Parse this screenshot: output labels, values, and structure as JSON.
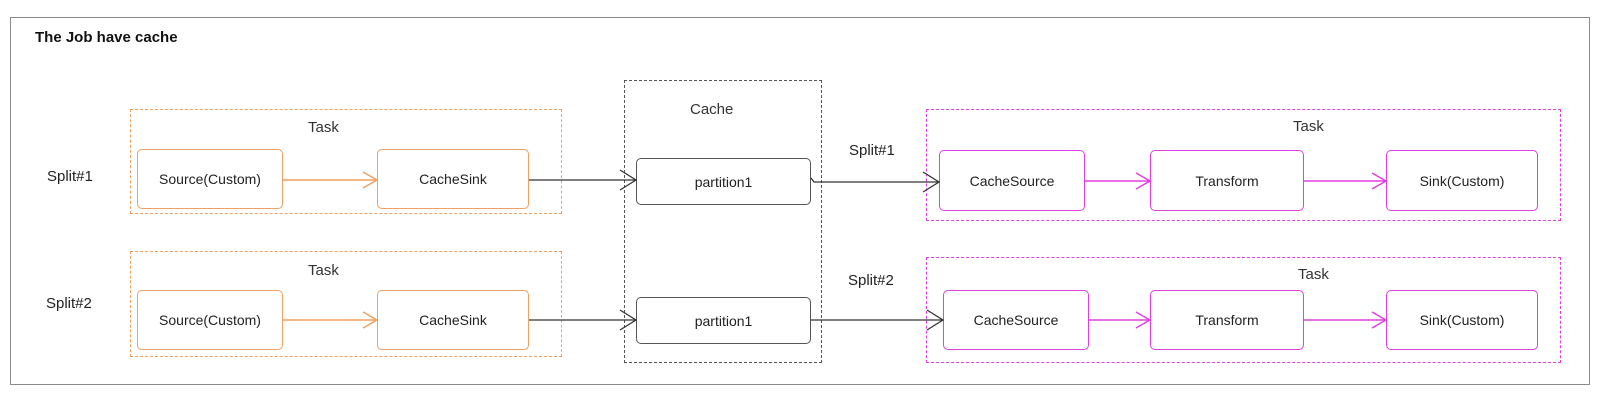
{
  "title": "The Job have cache",
  "rows": [
    {
      "left_label": "Split#1",
      "producer": {
        "title": "Task",
        "source": "Source(Custom)",
        "sink": "CacheSink"
      },
      "partition": "partition1",
      "right_label": "Split#1",
      "consumer": {
        "title": "Task",
        "source": "CacheSource",
        "transform": "Transform",
        "sink": "Sink(Custom)"
      }
    },
    {
      "left_label": "Split#2",
      "producer": {
        "title": "Task",
        "source": "Source(Custom)",
        "sink": "CacheSink"
      },
      "partition": "partition1",
      "right_label": "Split#2",
      "consumer": {
        "title": "Task",
        "source": "CacheSource",
        "transform": "Transform",
        "sink": "Sink(Custom)"
      }
    }
  ],
  "cache": {
    "title": "Cache"
  },
  "colors": {
    "producer": "#f0a060",
    "consumer": "#e040e0",
    "cache": "#555555"
  }
}
